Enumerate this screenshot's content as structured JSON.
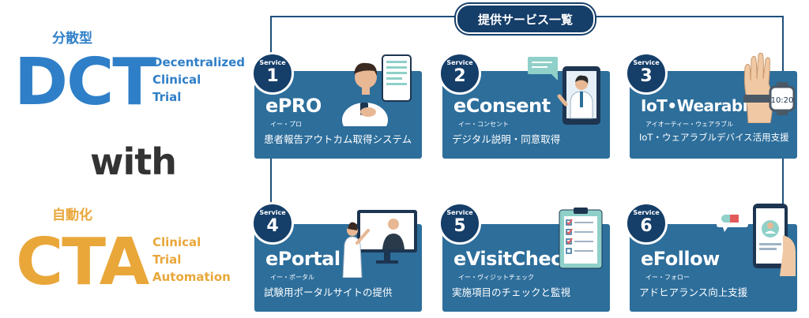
{
  "brand": {
    "dct": {
      "ja_label": "分散型",
      "acronym": "DCT",
      "lines": [
        "Decentralized",
        "Clinical",
        "Trial"
      ]
    },
    "connector": "with",
    "cta": {
      "ja_label": "自動化",
      "acronym": "CTA",
      "lines": [
        "Clinical",
        "Trial",
        "Automation"
      ]
    }
  },
  "header": {
    "title": "提供サービス一覧"
  },
  "badge_label": "Service",
  "services": [
    {
      "number": "1",
      "name": "ePRO",
      "kana": "イー・プロ",
      "desc": "患者報告アウトカム取得システム",
      "icon": "patient-with-phone-icon"
    },
    {
      "number": "2",
      "name": "eConsent",
      "kana": "イー・コンセント",
      "desc": "デジタル説明・同意取得",
      "icon": "doctor-on-tablet-icon"
    },
    {
      "number": "3",
      "name": "IoT•Wearable",
      "kana": "アイオーティー・ウェアラブル",
      "desc": "IoT・ウェアラブルデバイス活用支援",
      "icon": "hand-with-smartwatch-icon"
    },
    {
      "number": "4",
      "name": "ePortal",
      "kana": "イー・ポータル",
      "desc": "試験用ポータルサイトの提供",
      "icon": "video-conference-icon"
    },
    {
      "number": "5",
      "name": "eVisitCheck",
      "kana": "イー・ヴィジットチェック",
      "desc": "実施項目のチェックと監視",
      "icon": "checklist-clipboard-icon"
    },
    {
      "number": "6",
      "name": "eFollow",
      "kana": "イー・フォロー",
      "desc": "アドヒアランス向上支援",
      "icon": "phone-with-pill-icon"
    }
  ],
  "colors": {
    "dct_blue": "#2f7fc8",
    "cta_orange": "#e9a73a",
    "card_blue": "#2d6e9b",
    "navy": "#153e69"
  }
}
